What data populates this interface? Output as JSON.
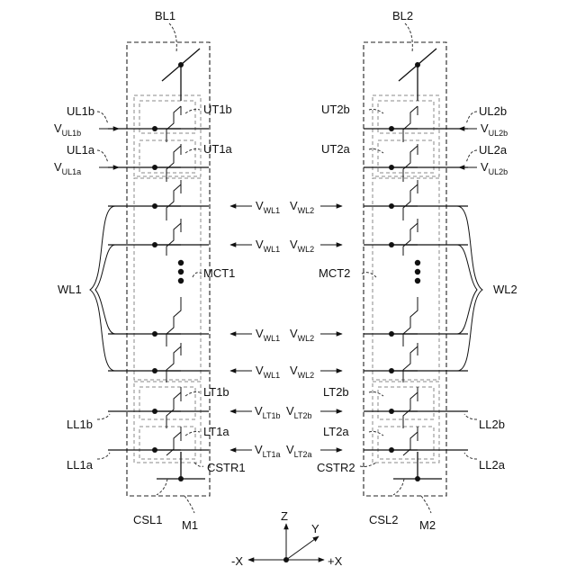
{
  "bit_lines": [
    "BL1",
    "BL2"
  ],
  "modules": [
    "M1",
    "M2"
  ],
  "common_source_lines": [
    "CSL1",
    "CSL2"
  ],
  "strings": [
    "CSTR1",
    "CSTR2"
  ],
  "memory_cell_transistors": [
    "MCT1",
    "MCT2"
  ],
  "upper_transistors_left": [
    "UT1b",
    "UT1a"
  ],
  "upper_transistors_right": [
    "UT2b",
    "UT2a"
  ],
  "lower_transistors_left": [
    "LT1b",
    "LT1a"
  ],
  "lower_transistors_right": [
    "LT2b",
    "LT2a"
  ],
  "upper_lines_left": [
    "UL1b",
    "UL1a"
  ],
  "upper_lines_right": [
    "UL2b",
    "UL2a"
  ],
  "lower_lines_left": [
    "LL1b",
    "LL1a"
  ],
  "lower_lines_right": [
    "LL2b",
    "LL2a"
  ],
  "word_line_groups": [
    "WL1",
    "WL2"
  ],
  "upper_voltages_left": [
    {
      "main": "V",
      "sub": "UL1b"
    },
    {
      "main": "V",
      "sub": "UL1a"
    }
  ],
  "upper_voltages_right": [
    {
      "main": "V",
      "sub": "UL2b"
    },
    {
      "main": "V",
      "sub": "UL2b"
    }
  ],
  "word_line_voltages_left": [
    {
      "main": "V",
      "sub": "WL1"
    },
    {
      "main": "V",
      "sub": "WL1"
    },
    {
      "main": "V",
      "sub": "WL1"
    },
    {
      "main": "V",
      "sub": "WL1"
    }
  ],
  "word_line_voltages_right": [
    {
      "main": "V",
      "sub": "WL2"
    },
    {
      "main": "V",
      "sub": "WL2"
    },
    {
      "main": "V",
      "sub": "WL2"
    },
    {
      "main": "V",
      "sub": "WL2"
    }
  ],
  "lower_voltages_left": [
    {
      "main": "V",
      "sub": "LT1b"
    },
    {
      "main": "V",
      "sub": "LT1a"
    }
  ],
  "lower_voltages_right": [
    {
      "main": "V",
      "sub": "LT2b"
    },
    {
      "main": "V",
      "sub": "LT2a"
    }
  ],
  "axes": {
    "z": "Z",
    "y": "Y",
    "x_neg": "-X",
    "x_pos": "+X"
  }
}
